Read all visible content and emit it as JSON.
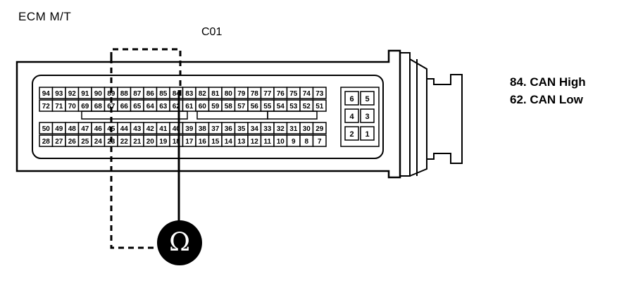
{
  "title": "ECM M/T",
  "connector_label": "C01",
  "legend": [
    {
      "text": "84. CAN High"
    },
    {
      "text": "62. CAN Low"
    }
  ],
  "meter_symbol": "Ω",
  "pin_rows": [
    [
      "94",
      "93",
      "92",
      "91",
      "90",
      "89",
      "88",
      "87",
      "86",
      "85",
      "84",
      "83",
      "82",
      "81",
      "80",
      "79",
      "78",
      "77",
      "76",
      "75",
      "74",
      "73"
    ],
    [
      "72",
      "71",
      "70",
      "69",
      "68",
      "67",
      "66",
      "65",
      "64",
      "63",
      "62",
      "61",
      "60",
      "59",
      "58",
      "57",
      "56",
      "55",
      "54",
      "53",
      "52",
      "51"
    ],
    [
      "50",
      "49",
      "48",
      "47",
      "46",
      "45",
      "44",
      "43",
      "42",
      "41",
      "40",
      "39",
      "38",
      "37",
      "36",
      "35",
      "34",
      "33",
      "32",
      "31",
      "30",
      "29"
    ],
    [
      "28",
      "27",
      "26",
      "25",
      "24",
      "23",
      "22",
      "21",
      "20",
      "19",
      "18",
      "17",
      "16",
      "15",
      "14",
      "13",
      "12",
      "11",
      "10",
      "9",
      "8",
      "7"
    ]
  ],
  "small_block": [
    [
      "6",
      "5"
    ],
    [
      "4",
      "3"
    ],
    [
      "2",
      "1"
    ]
  ],
  "colors": {
    "line": "#000000",
    "background": "#ffffff",
    "meter_fill": "#000000",
    "shade": "#333333"
  }
}
